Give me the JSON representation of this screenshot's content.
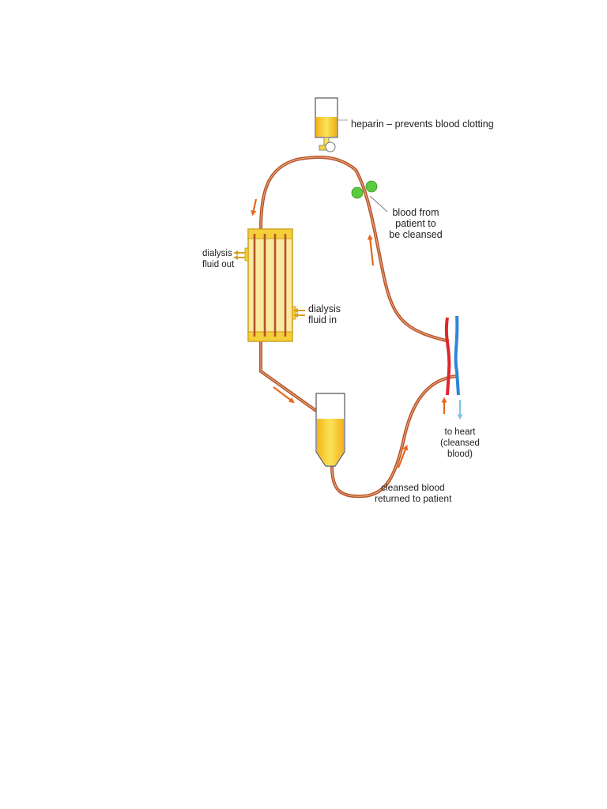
{
  "labels": {
    "heparin": "heparin – prevents blood clotting",
    "blood_from_patient": [
      "blood from",
      "patient to",
      "be cleansed"
    ],
    "dialysis_fluid_out": [
      "dialysis",
      "fluid out"
    ],
    "dialysis_fluid_in": [
      "dialysis",
      "fluid in"
    ],
    "to_heart": [
      "to heart",
      "(cleansed",
      "blood)"
    ],
    "cleansed_blood": [
      "cleansed blood",
      "returned to patient"
    ]
  },
  "colors": {
    "tube": "#c2602a",
    "tube_highlight": "#e8b08a",
    "arrow": "#e8671c",
    "fluid": "#f2d21a",
    "artery": "#e0262b",
    "vein": "#2d86d8",
    "bubble": "#5cc93f",
    "dialyser_frame": "#e8c23a"
  },
  "icons": [
    "heparin-syringe-icon",
    "air-bubble-icon",
    "dialyser-icon",
    "bubble-trap-icon"
  ]
}
